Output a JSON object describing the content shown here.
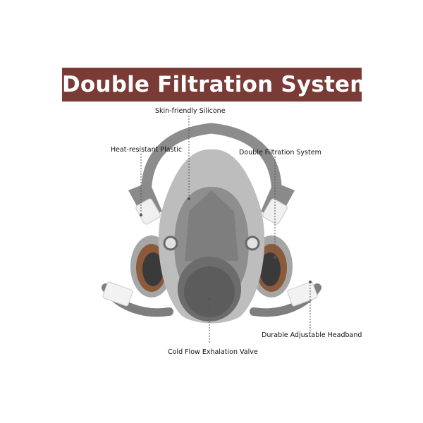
{
  "banner": {
    "title": "Double Filtration System",
    "background_color": "#7a3a36",
    "text_color": "#ffffff"
  },
  "callouts": {
    "skin_friendly_silicone": "Skin-friendly Silicone",
    "heat_resistant_plastic": "Heat-resistant Plastic",
    "double_filtration_system": "Double Filtration System",
    "durable_adjustable_headband": "Durable Adjustable Headband",
    "cold_flow_exhalation_valve": "Cold Flow Exhalation Valve"
  },
  "product": {
    "subject": "half face respirator mask",
    "mask_color": "#9a9a9a",
    "filter_ring_color": "#8a5a3a"
  }
}
